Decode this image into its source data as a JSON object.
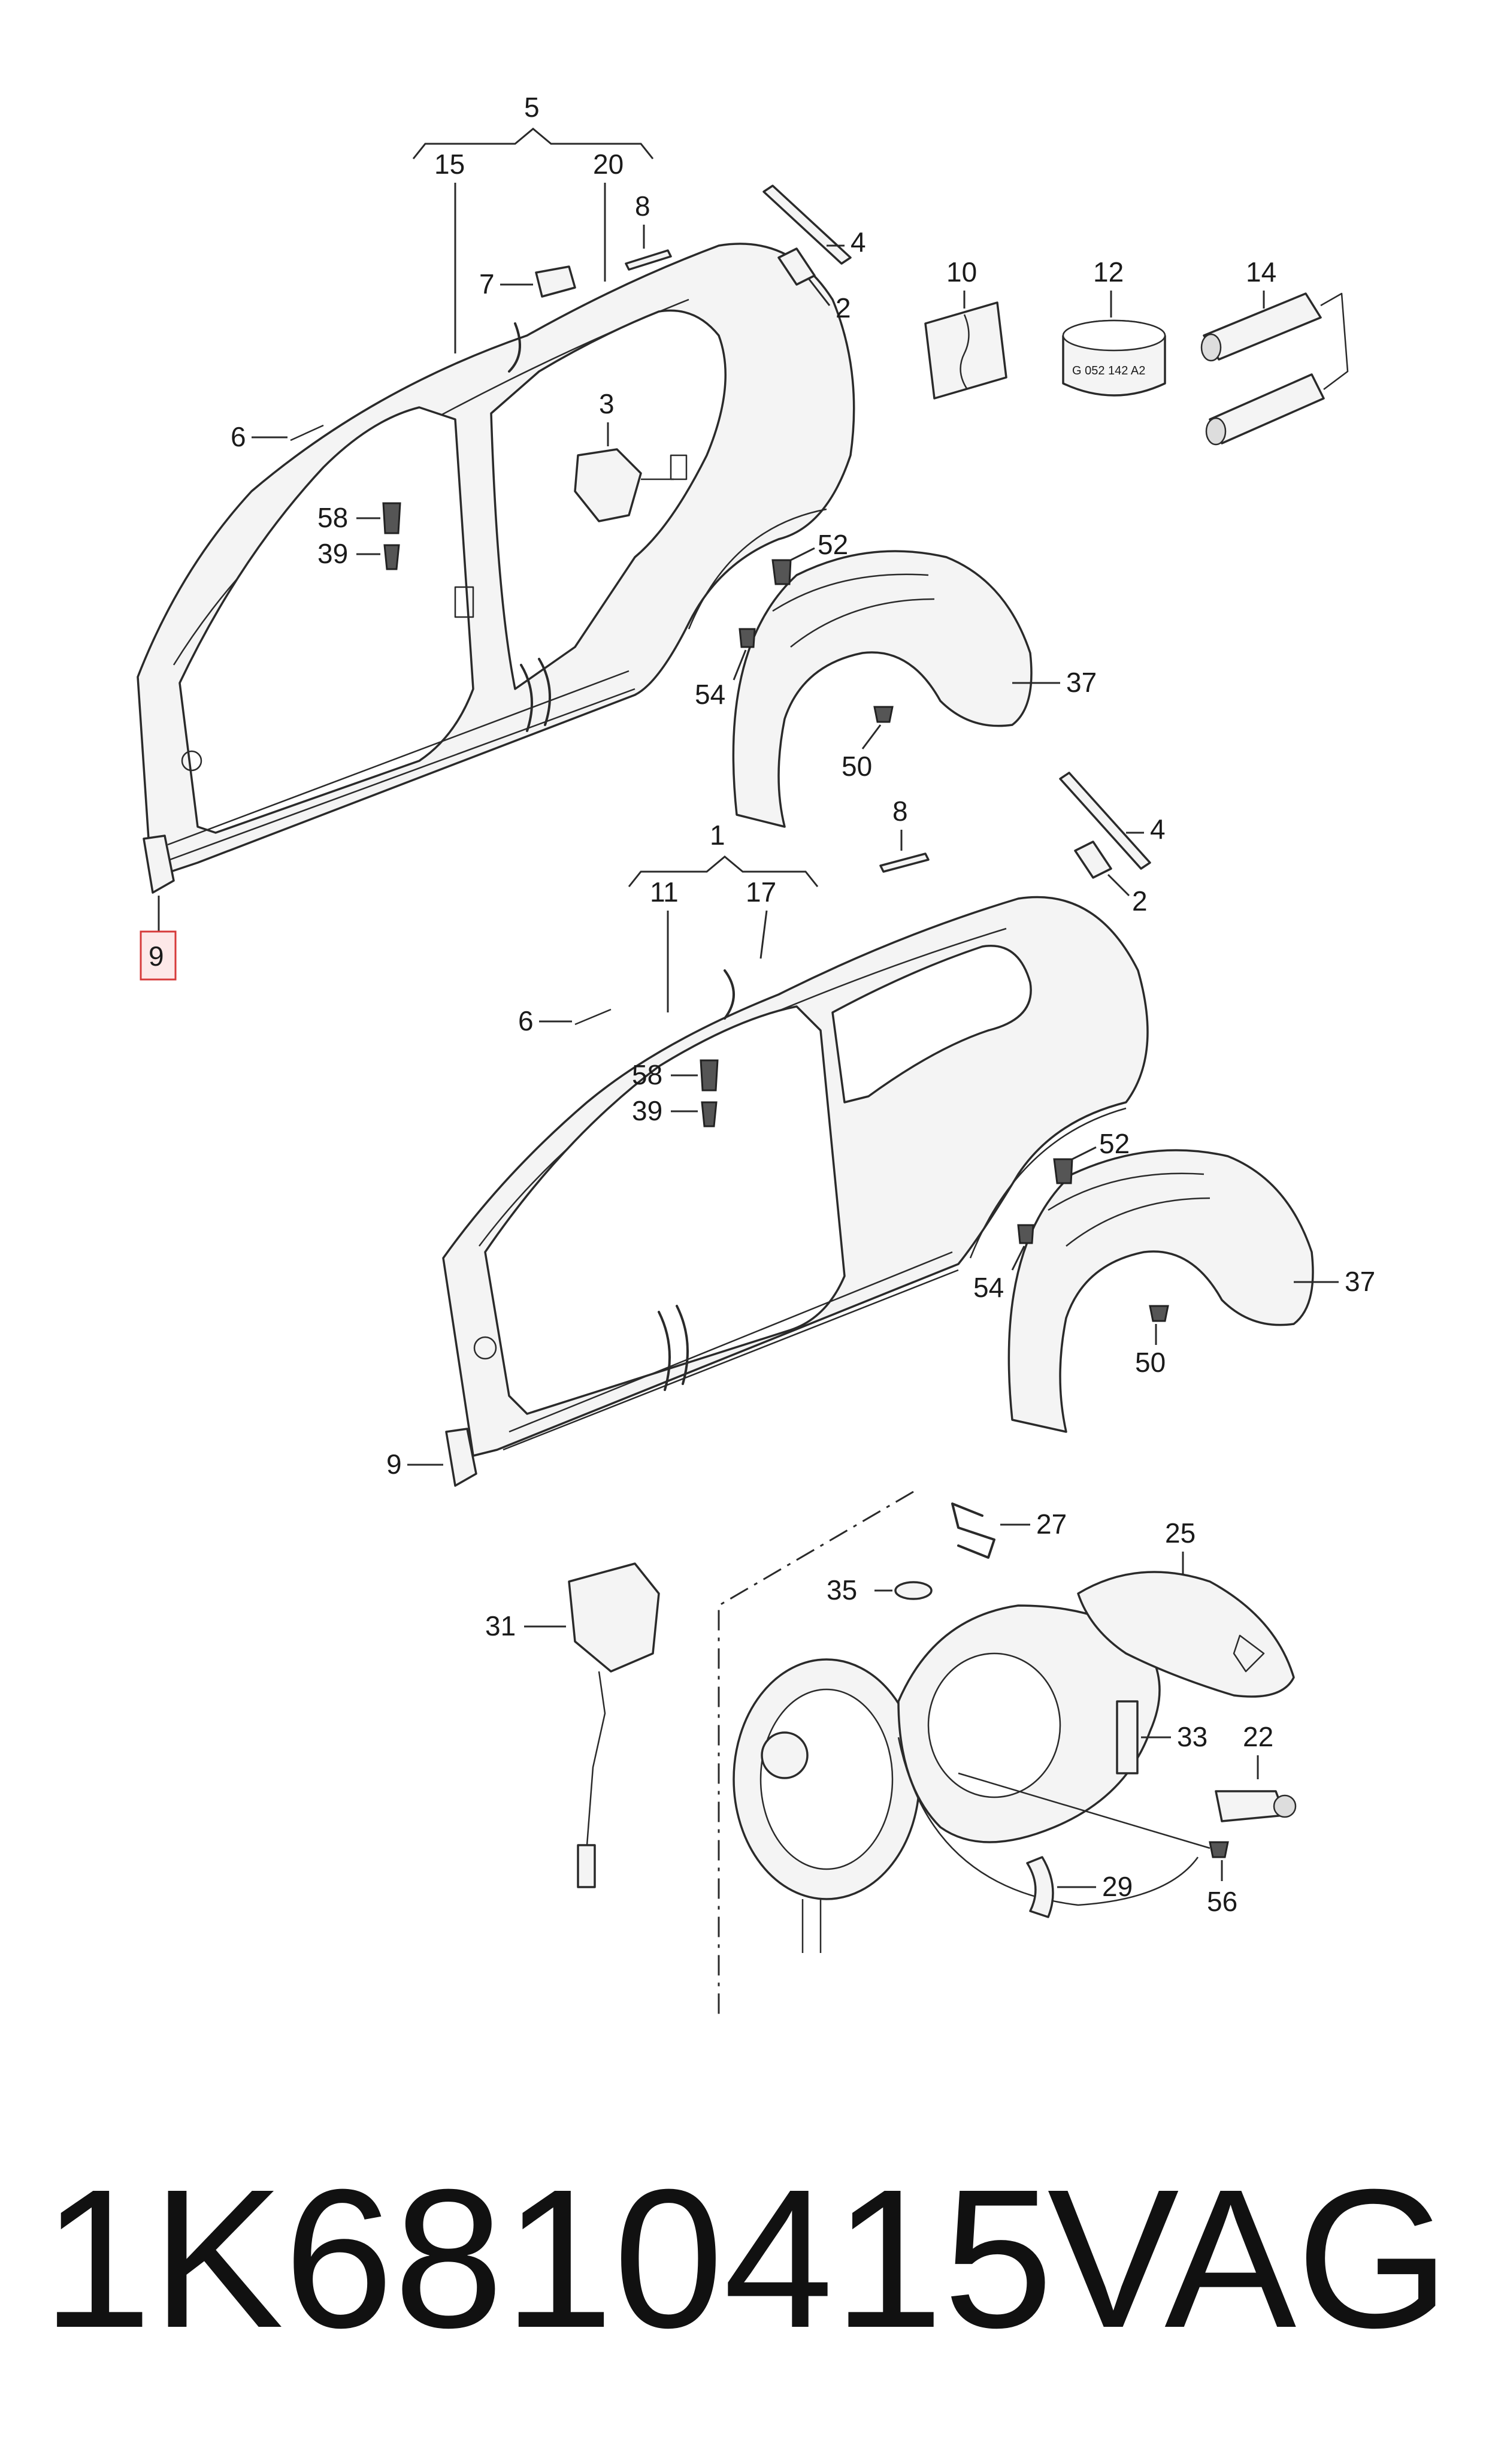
{
  "footer": {
    "part_number": "1K6810415",
    "brand": "VAG"
  },
  "highlight_label": "9",
  "callouts": {
    "c5": "5",
    "c15": "15",
    "c20": "20",
    "c8a": "8",
    "c4a": "4",
    "c2a": "2",
    "c7": "7",
    "c6a": "6",
    "c3": "3",
    "c58a": "58",
    "c39a": "39",
    "c52a": "52",
    "c54a": "54",
    "c50a": "50",
    "c37a": "37",
    "c10": "10",
    "c12": "12",
    "c14": "14",
    "c1": "1",
    "c11": "11",
    "c17": "17",
    "c8b": "8",
    "c4b": "4",
    "c2b": "2",
    "c6b": "6",
    "c58b": "58",
    "c39b": "39",
    "c52b": "52",
    "c54b": "54",
    "c50b": "50",
    "c37b": "37",
    "c9b": "9",
    "c27": "27",
    "c25": "25",
    "c35": "35",
    "c31": "31",
    "c33": "33",
    "c22": "22",
    "c29": "29",
    "c56": "56"
  },
  "can_label": "G 052 142 A2"
}
